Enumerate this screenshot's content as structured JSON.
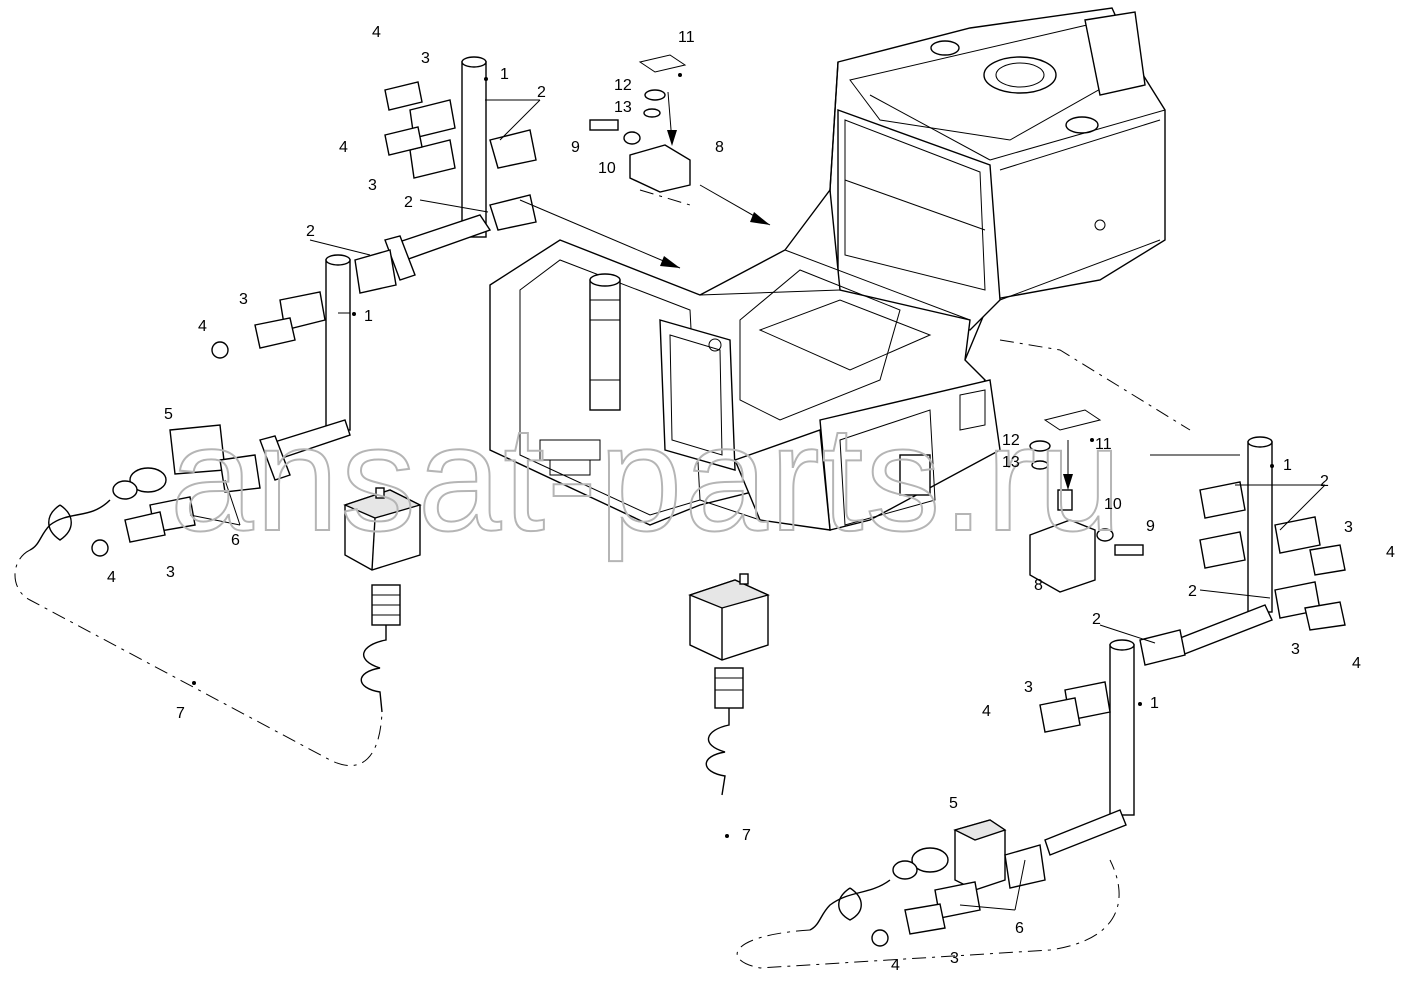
{
  "watermark": "ansat-parts.ru",
  "callouts": [
    {
      "id": "c1",
      "text": "4"
    },
    {
      "id": "c2",
      "text": "3"
    },
    {
      "id": "c3",
      "text": "1"
    },
    {
      "id": "c4",
      "text": "2"
    },
    {
      "id": "c5",
      "text": "4"
    },
    {
      "id": "c6",
      "text": "3"
    },
    {
      "id": "c7",
      "text": "2"
    },
    {
      "id": "c8",
      "text": "11"
    },
    {
      "id": "c9",
      "text": "12"
    },
    {
      "id": "c10",
      "text": "13"
    },
    {
      "id": "c11",
      "text": "9"
    },
    {
      "id": "c12",
      "text": "8"
    },
    {
      "id": "c13",
      "text": "10"
    },
    {
      "id": "c14",
      "text": "2"
    },
    {
      "id": "c15",
      "text": "3"
    },
    {
      "id": "c16",
      "text": "4"
    },
    {
      "id": "c17",
      "text": "1"
    },
    {
      "id": "c18",
      "text": "5"
    },
    {
      "id": "c19",
      "text": "6"
    },
    {
      "id": "c20",
      "text": "4"
    },
    {
      "id": "c21",
      "text": "3"
    },
    {
      "id": "c22",
      "text": "7"
    },
    {
      "id": "c23",
      "text": "12"
    },
    {
      "id": "c24",
      "text": "11"
    },
    {
      "id": "c25",
      "text": "13"
    },
    {
      "id": "c26",
      "text": "10"
    },
    {
      "id": "c27",
      "text": "9"
    },
    {
      "id": "c28",
      "text": "8"
    },
    {
      "id": "c29",
      "text": "1"
    },
    {
      "id": "c30",
      "text": "2"
    },
    {
      "id": "c31",
      "text": "3"
    },
    {
      "id": "c32",
      "text": "4"
    },
    {
      "id": "c33",
      "text": "2"
    },
    {
      "id": "c34",
      "text": "3"
    },
    {
      "id": "c35",
      "text": "4"
    },
    {
      "id": "c36",
      "text": "2"
    },
    {
      "id": "c37",
      "text": "3"
    },
    {
      "id": "c38",
      "text": "4"
    },
    {
      "id": "c39",
      "text": "1"
    },
    {
      "id": "c40",
      "text": "7"
    },
    {
      "id": "c41",
      "text": "5"
    },
    {
      "id": "c42",
      "text": "6"
    },
    {
      "id": "c43",
      "text": "4"
    },
    {
      "id": "c44",
      "text": "3"
    }
  ]
}
